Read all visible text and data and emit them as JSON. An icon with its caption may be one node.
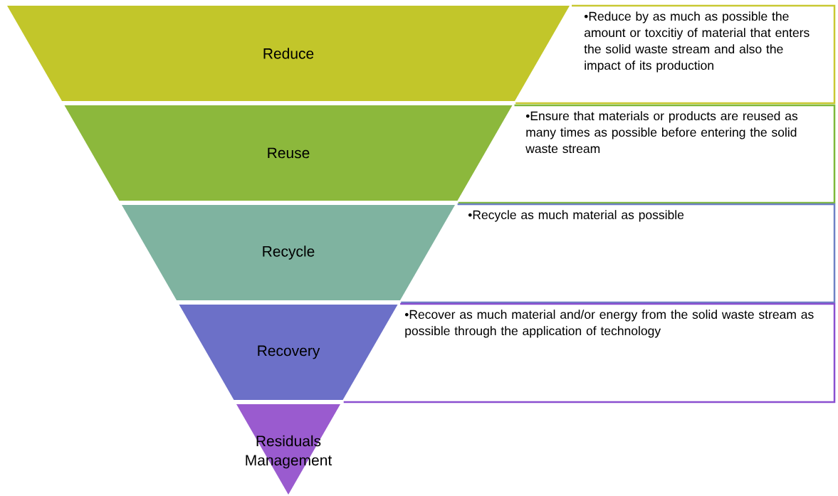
{
  "diagram": {
    "nodes": [
      {
        "text": [
          "Reduce"
        ]
      },
      {
        "text": [
          "Reuse"
        ]
      },
      {
        "text": [
          "Recycle"
        ]
      },
      {
        "text": [
          "Recovery"
        ]
      },
      {
        "text": [
          "Residuals Management"
        ]
      },
      {
        "text": [
          "•Reduce by as much as possible the amount or toxcitiy of material that enters the solid waste stream and also the impact of its production"
        ]
      },
      {
        "text": [
          "•Ensure that materials or products are reused as many times as possible before entering the solid waste stream"
        ]
      },
      {
        "text": [
          "•Recycle as much material as possible"
        ]
      },
      {
        "text": [
          "•Recover as much material and/or energy from the solid waste stream as possible through the application of technology"
        ]
      }
    ]
  }
}
